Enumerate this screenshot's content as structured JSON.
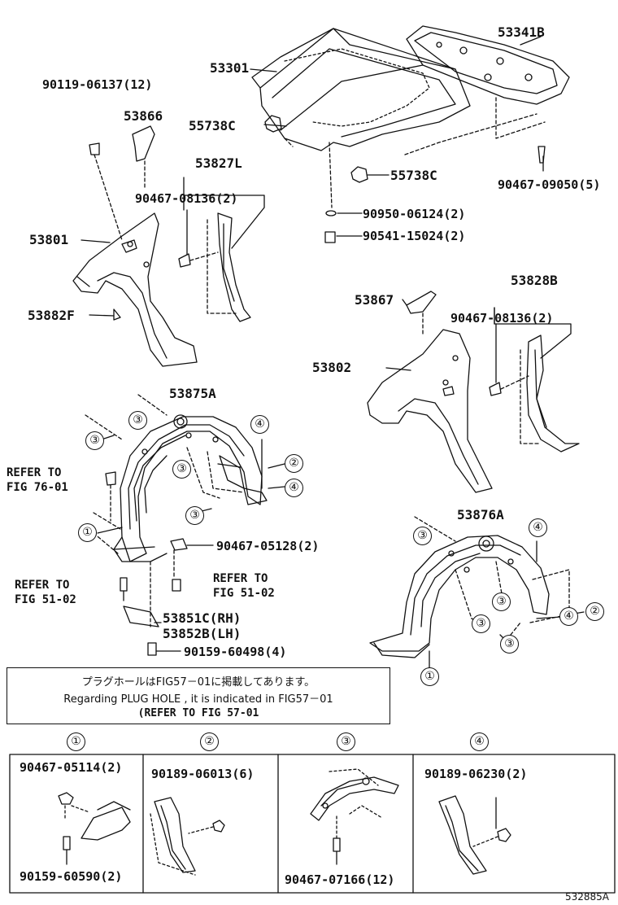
{
  "parts": {
    "p53301": "53301",
    "p53341b": "53341B",
    "p90119": "90119-06137(12)",
    "p53866": "53866",
    "p55738c_a": "55738C",
    "p55738c_b": "55738C",
    "p53827l": "53827L",
    "p90467_08136_a": "90467-08136(2)",
    "p90467_09050": "90467-09050(5)",
    "p53801": "53801",
    "p90950": "90950-06124(2)",
    "p90541": "90541-15024(2)",
    "p53882f": "53882F",
    "p53867": "53867",
    "p53828b": "53828B",
    "p90467_08136_b": "90467-08136(2)",
    "p53802": "53802",
    "p53875a": "53875A",
    "p90467_05128": "90467-05128(2)",
    "p53851c": "53851C(RH)",
    "p53852b": "53852B(LH)",
    "p90159_60498": "90159-60498(4)",
    "p53876a": "53876A"
  },
  "refs": {
    "ref76": "REFER TO\nFIG 76-01",
    "ref51_left": "REFER TO\nFIG 51-02",
    "ref51_right": "REFER TO\nFIG 51-02"
  },
  "callouts": {
    "c1": "①",
    "c2": "②",
    "c3": "③",
    "c4": "④"
  },
  "note": {
    "jp": "プラグホールはFIG57－01に掲載してあります。",
    "en": "Regarding PLUG HOLE , it is indicated in FIG57－01",
    "refer": "(REFER TO FIG 57-01"
  },
  "legend": [
    {
      "num": "①",
      "top": "90467-05114(2)",
      "bottom": "90159-60590(2)"
    },
    {
      "num": "②",
      "top": "90189-06013(6)",
      "bottom": ""
    },
    {
      "num": "③",
      "top": "",
      "bottom": "90467-07166(12)"
    },
    {
      "num": "④",
      "top": "90189-06230(2)",
      "bottom": ""
    }
  ],
  "figure_id": "532885A"
}
